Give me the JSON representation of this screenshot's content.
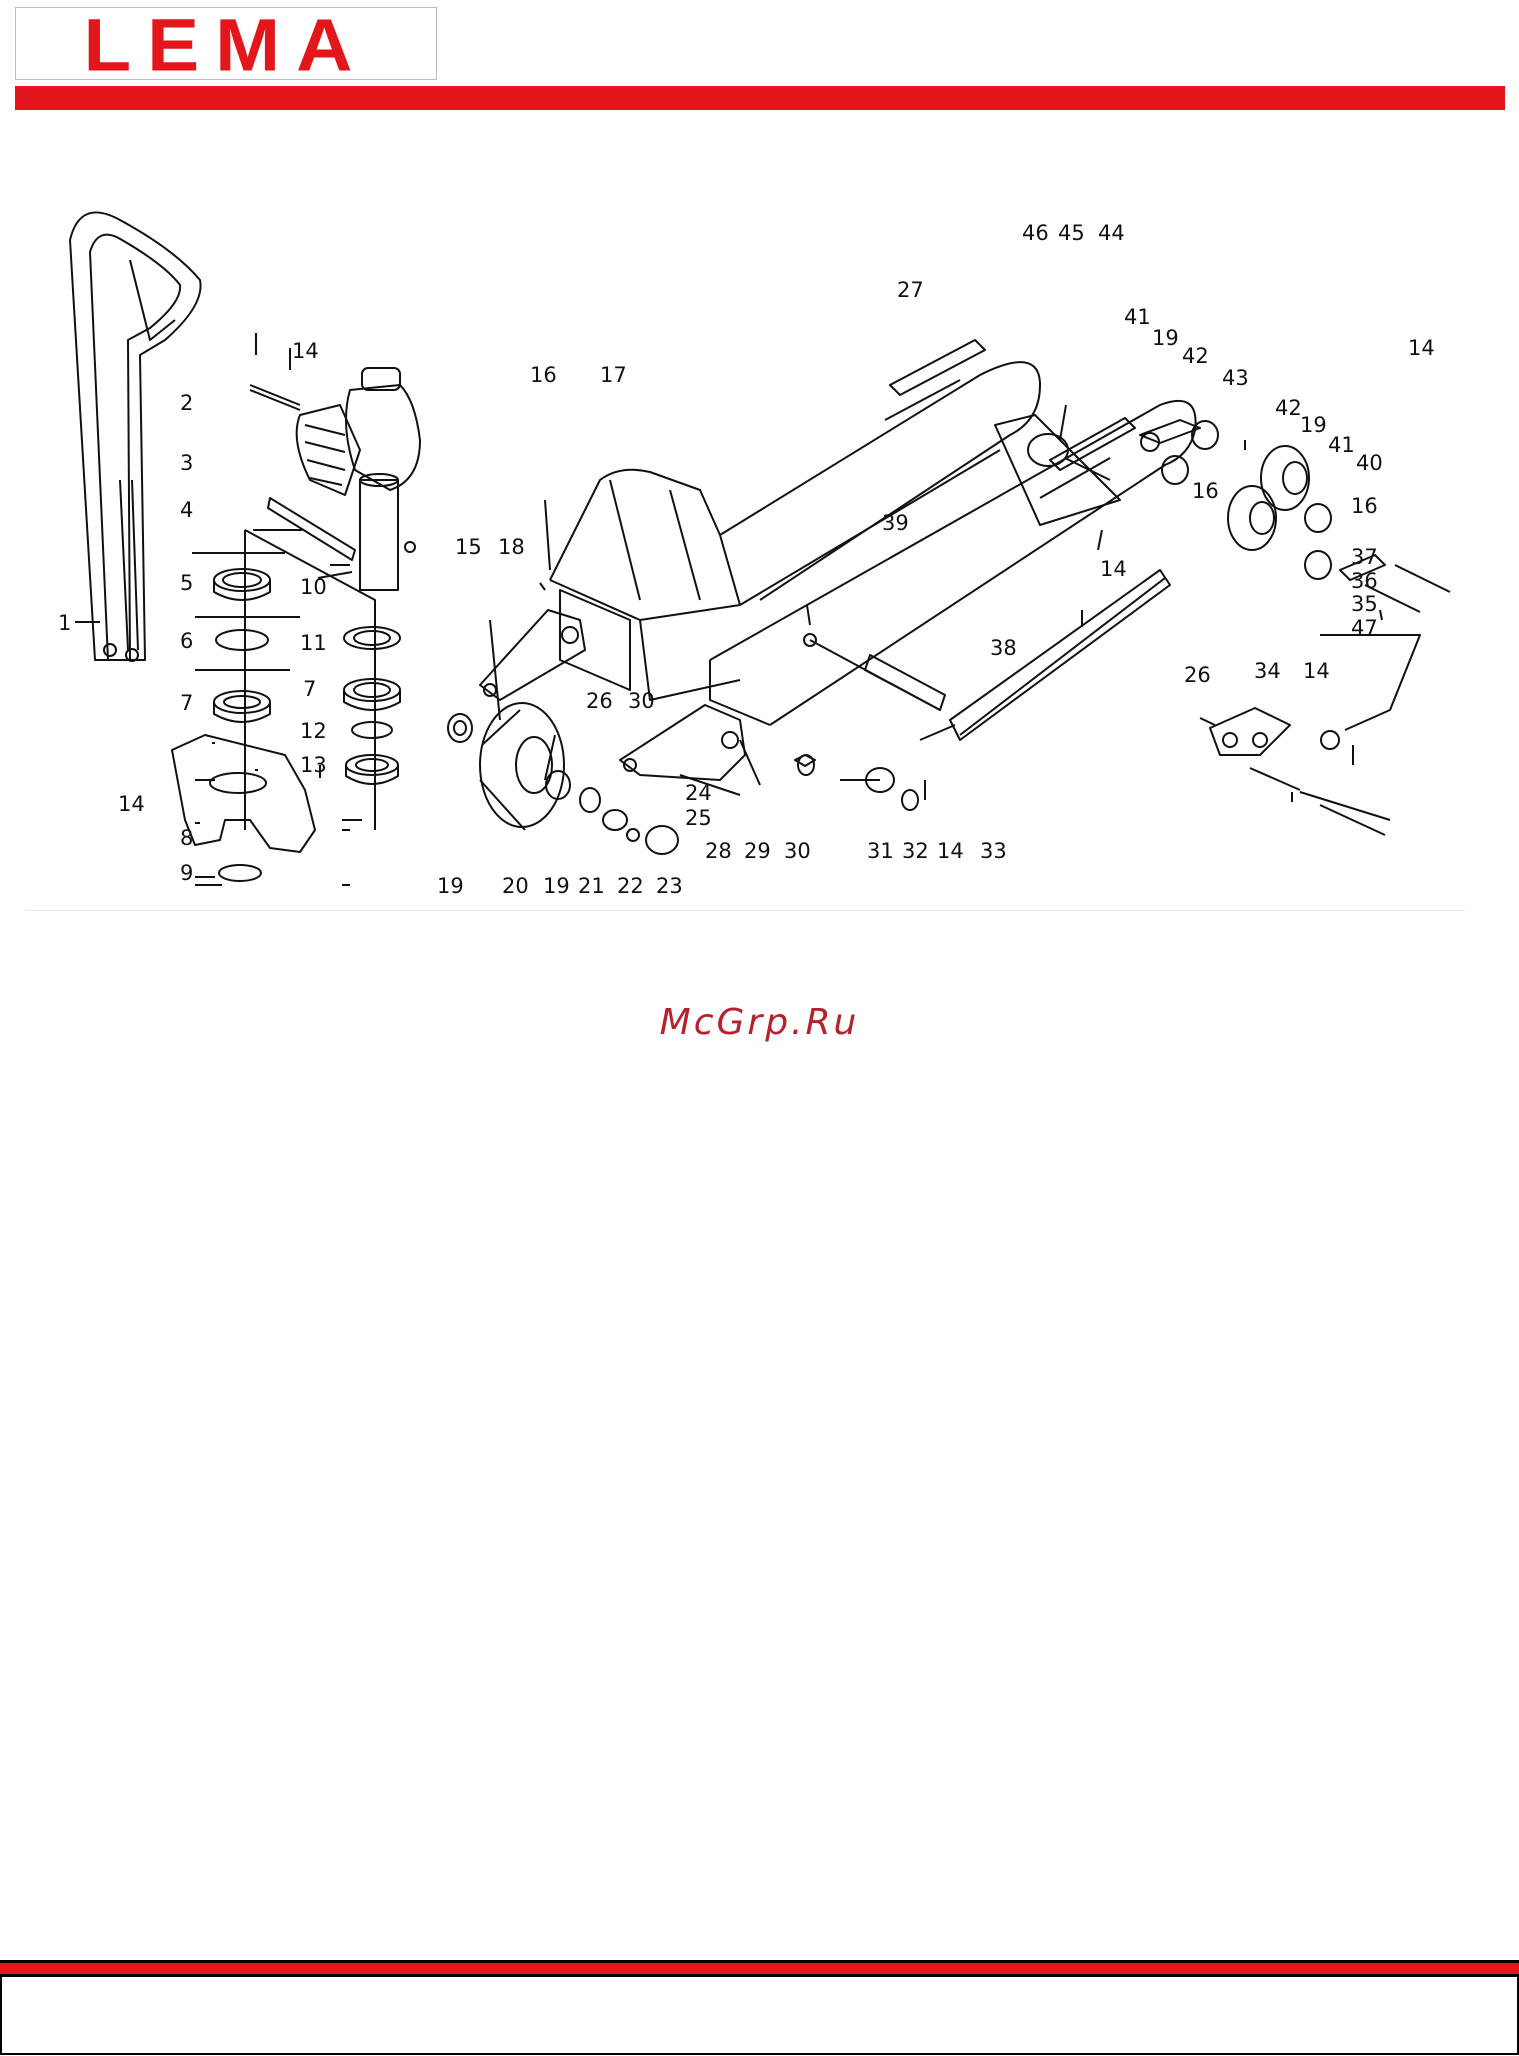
{
  "brand": {
    "logo_text": "LEMA",
    "primary_color": "#e3161b"
  },
  "diagram": {
    "part_numbers": [
      "1",
      "2",
      "3",
      "4",
      "5",
      "6",
      "7",
      "8",
      "9",
      "10",
      "11",
      "12",
      "13",
      "14",
      "15",
      "16",
      "17",
      "18",
      "19",
      "20",
      "21",
      "22",
      "23",
      "24",
      "25",
      "26",
      "27",
      "28",
      "29",
      "30",
      "31",
      "32",
      "33",
      "34",
      "35",
      "36",
      "37",
      "38",
      "39",
      "40",
      "41",
      "42",
      "43",
      "44",
      "45",
      "46",
      "47"
    ],
    "callouts": {
      "c1": "1",
      "c2": "2",
      "c3": "3",
      "c4": "4",
      "c5": "5",
      "c6": "6",
      "c7a": "7",
      "c7b": "7",
      "c8": "8",
      "c9": "9",
      "c10": "10",
      "c11": "11",
      "c12": "12",
      "c13": "13",
      "c14a": "14",
      "c14b": "14",
      "c14c": "14",
      "c14d": "14",
      "c14e": "14",
      "c14f": "14",
      "c15": "15",
      "c16a": "16",
      "c16b": "16",
      "c16c": "16",
      "c17": "17",
      "c18": "18",
      "c19a": "19",
      "c19b": "19",
      "c19c": "19",
      "c19d": "19",
      "c20": "20",
      "c21": "21",
      "c22": "22",
      "c23": "23",
      "c24": "24",
      "c25": "25",
      "c26a": "26",
      "c26b": "26",
      "c27": "27",
      "c28": "28",
      "c29": "29",
      "c30a": "30",
      "c30b": "30",
      "c31": "31",
      "c32": "32",
      "c33": "33",
      "c34": "34",
      "c35": "35",
      "c36": "36",
      "c37": "37",
      "c38": "38",
      "c39": "39",
      "c40": "40",
      "c41a": "41",
      "c41b": "41",
      "c42a": "42",
      "c42b": "42",
      "c43": "43",
      "c44": "44",
      "c45": "45",
      "c46": "46",
      "c47": "47"
    }
  },
  "watermark": "McGrp.Ru"
}
